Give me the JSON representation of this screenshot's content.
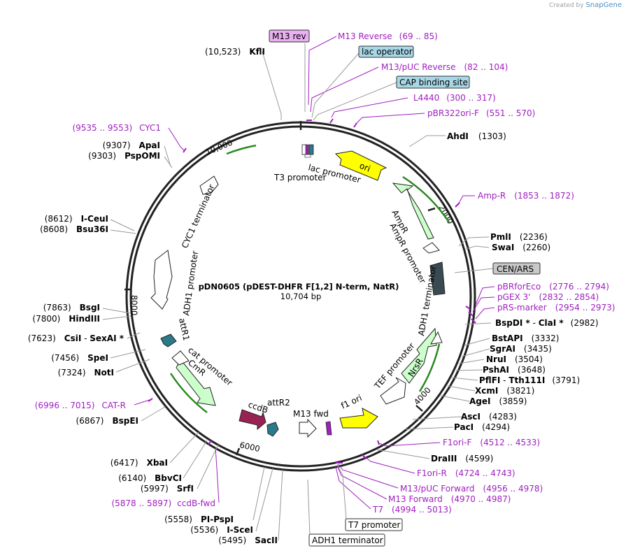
{
  "credit": {
    "prefix": "Created by",
    "brand": "SnapGene"
  },
  "plasmid": {
    "name": "pDN0605 (pDEST-DHFR F[1,2] N-term, NatR)",
    "size": "10,704 bp"
  },
  "ticks": [
    "10,000",
    "2000",
    "4000",
    "6000",
    "8000"
  ],
  "boxed_labels": [
    "M13 rev",
    "lac operator",
    "CAP binding site",
    "CEN/ARS",
    "T7 promoter",
    "ADH1 terminator"
  ],
  "primers": [
    {
      "name": "M13 Reverse",
      "range": "(69 .. 85)"
    },
    {
      "name": "M13/pUC Reverse",
      "range": "(82 .. 104)"
    },
    {
      "name": "L4440",
      "range": "(300 .. 317)"
    },
    {
      "name": "pBR322ori-F",
      "range": "(551 .. 570)"
    },
    {
      "name": "Amp-R",
      "range": "(1853 .. 1872)"
    },
    {
      "name": "pBRforEco",
      "range": "(2776 .. 2794)"
    },
    {
      "name": "pGEX 3'",
      "range": "(2832 .. 2854)"
    },
    {
      "name": "pRS-marker",
      "range": "(2954 .. 2973)"
    },
    {
      "name": "F1ori-F",
      "range": "(4512 .. 4533)"
    },
    {
      "name": "F1ori-R",
      "range": "(4724 .. 4743)"
    },
    {
      "name": "M13/pUC Forward",
      "range": "(4956 .. 4978)"
    },
    {
      "name": "M13 Forward",
      "range": "(4970 .. 4987)"
    },
    {
      "name": "T7",
      "range": "(4994 .. 5013)"
    },
    {
      "name": "ccdB-fwd",
      "range": "(5878 .. 5897)"
    },
    {
      "name": "CAT-R",
      "range": "(6996 .. 7015)"
    },
    {
      "name": "CYC1",
      "range": "(9535 .. 9553)"
    }
  ],
  "enzymes": [
    {
      "name": "KflI",
      "pos": "(10,523)"
    },
    {
      "name": "AhdI",
      "pos": "(1303)"
    },
    {
      "name": "PmlI",
      "pos": "(2236)"
    },
    {
      "name": "SwaI",
      "pos": "(2260)"
    },
    {
      "name": "BspDI *",
      "sep": " - ",
      "name2": "ClaI *",
      "pos": "(2982)"
    },
    {
      "name": "BstAPI",
      "pos": "(3332)"
    },
    {
      "name": "SgrAI",
      "pos": "(3435)"
    },
    {
      "name": "NruI",
      "pos": "(3504)"
    },
    {
      "name": "PshAI",
      "pos": "(3648)"
    },
    {
      "name": "PflFI",
      "sep": " - ",
      "name2": "Tth111I",
      "pos": "(3791)"
    },
    {
      "name": "XcmI",
      "pos": "(3821)"
    },
    {
      "name": "AgeI",
      "pos": "(3859)"
    },
    {
      "name": "AscI",
      "pos": "(4283)"
    },
    {
      "name": "PacI",
      "pos": "(4294)"
    },
    {
      "name": "DraIII",
      "pos": "(4599)"
    },
    {
      "name": "ApaI",
      "pos": "(9307)"
    },
    {
      "name": "PspOMI",
      "pos": "(9303)"
    },
    {
      "name": "I-CeuI",
      "pos": "(8612)"
    },
    {
      "name": "Bsu36I",
      "pos": "(8608)"
    },
    {
      "name": "BsgI",
      "pos": "(7863)"
    },
    {
      "name": "HindIII",
      "pos": "(7800)"
    },
    {
      "name": "CsiI",
      "sep": " - ",
      "name2": "SexAI *",
      "pos": "(7623)"
    },
    {
      "name": "SpeI",
      "pos": "(7456)"
    },
    {
      "name": "NotI",
      "pos": "(7324)"
    },
    {
      "name": "BspEI",
      "pos": "(6867)"
    },
    {
      "name": "XbaI",
      "pos": "(6417)"
    },
    {
      "name": "BbvCI",
      "pos": "(6140)"
    },
    {
      "name": "SrfI",
      "pos": "(5997)"
    },
    {
      "name": "PI-PspI",
      "pos": "(5558)"
    },
    {
      "name": "I-SceI",
      "pos": "(5536)"
    },
    {
      "name": "SacII",
      "pos": "(5495)"
    }
  ],
  "features": {
    "lac_promoter": "lac promoter",
    "t3_promoter": "T3 promoter",
    "ori": "ori",
    "ampr": "AmpR",
    "ampr_promoter": "AmpR promoter",
    "adh1_terminator": "ADH1 terminator",
    "tef_promoter": "TEF promoter",
    "nrsr": "NrsR",
    "f1_ori": "f1 ori",
    "m13_fwd": "M13 fwd",
    "attr2": "attR2",
    "ccdb": "ccdB",
    "cmr": "CmR",
    "cat_promoter": "cat promoter",
    "attr1": "attR1",
    "adh1_promoter": "ADH1 promoter",
    "cyc1_terminator": "CYC1 terminator"
  },
  "colors": {
    "backbone": "#222222",
    "primer": "#a020c0",
    "ori": "#ffff00",
    "ampr": "#ccffcc",
    "cmr": "#ccffcc",
    "nrsr": "#ccffcc",
    "ccdb": "#992255",
    "attr": "#2a7a8a",
    "cen_ars": "#3a4a52",
    "box_m13rev": "#e8b0f0",
    "box_lacop": "#a8d8e8",
    "box_cap": "#a8d8e8",
    "box_cen": "#c8c8c8"
  }
}
